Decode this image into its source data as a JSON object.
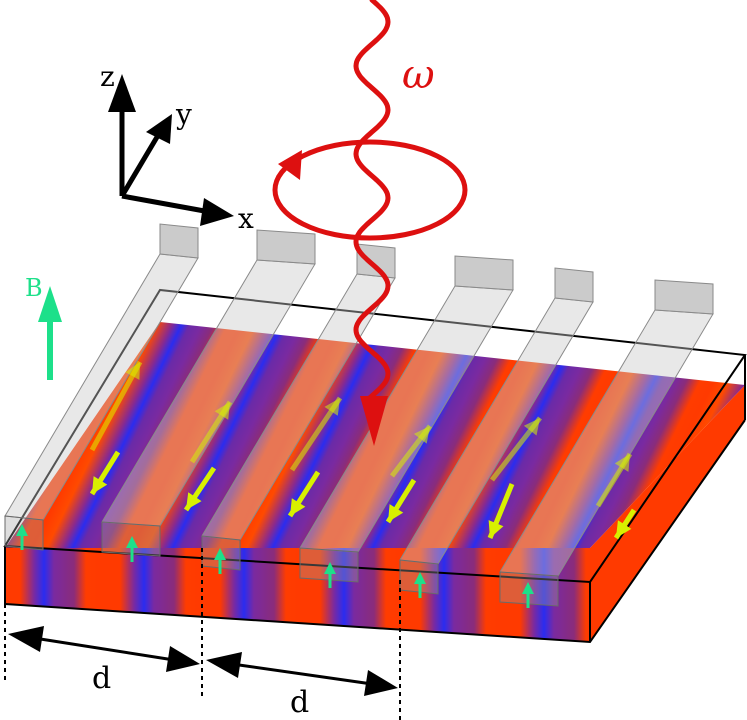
{
  "axes": {
    "z": "z",
    "y": "y",
    "x": "x"
  },
  "field_label": "B",
  "wave_label": "ω",
  "dimensions": [
    {
      "label": "d"
    },
    {
      "label": "d"
    }
  ],
  "colors": {
    "substrate_red": "#ff3a00",
    "stripe_blue": "#2a2cf0",
    "stripe_purple": "#7a2aa0",
    "field_green": "#1de08a",
    "current_yellow": "#d8f000",
    "wave_red": "#dd1010",
    "bar_gray": "#b9b9b9"
  }
}
